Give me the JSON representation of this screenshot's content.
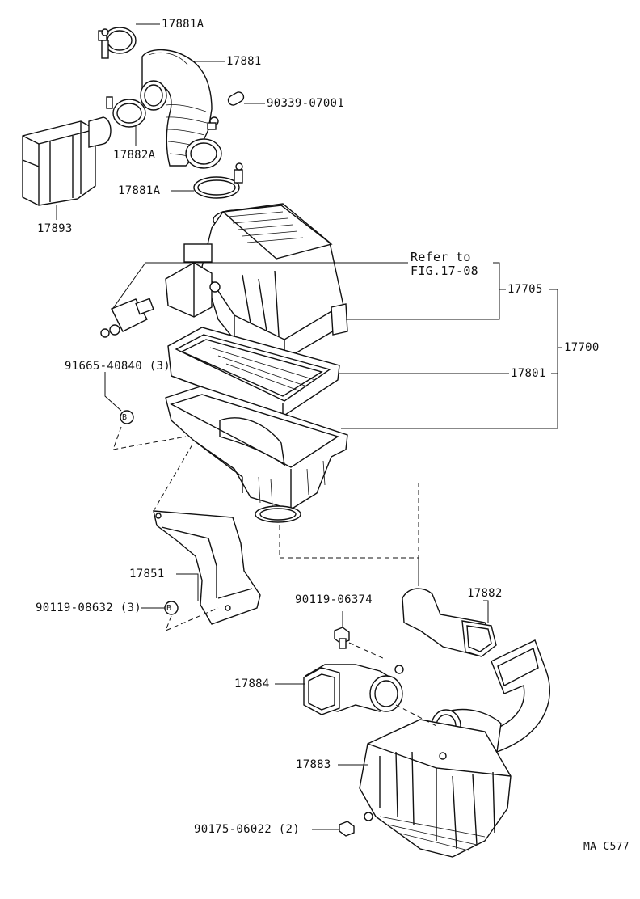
{
  "labels": {
    "p17881A_top": "17881A",
    "p17881": "17881",
    "p90339": "90339-07001",
    "p17882A": "17882A",
    "p17893": "17893",
    "p17881A_bot": "17881A",
    "ref_line1": "Refer to",
    "ref_line2": "FIG.17-08",
    "p17705": "17705",
    "p17700": "17700",
    "p91665": "91665-40840 (3)",
    "p17801": "17801",
    "p17851": "17851",
    "p90119_08632": "90119-08632 (3)",
    "p90119_06374": "90119-06374",
    "p17882": "17882",
    "p17884": "17884",
    "p17883": "17883",
    "p90175": "90175-06022 (2)",
    "code": "MA C577",
    "callout_b1": "B",
    "callout_b2": "B"
  },
  "icons": [
    "hose-clamp-icon",
    "air-hose-icon",
    "plug-icon",
    "resonator-icon",
    "air-cleaner-cap-icon",
    "filter-element-icon",
    "air-cleaner-case-icon",
    "sensor-icon",
    "bracket-icon",
    "bolt-icon",
    "intake-duct-icon",
    "resonator-assy-icon"
  ]
}
